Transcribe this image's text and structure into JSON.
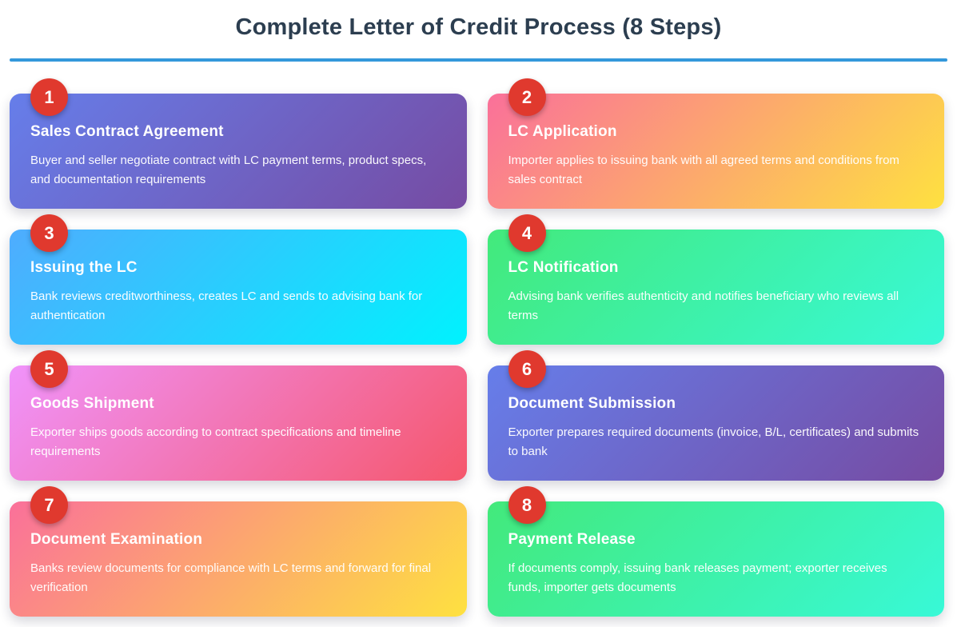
{
  "header": {
    "title": "Complete Letter of Credit Process (8 Steps)",
    "title_color": "#2c3e50",
    "divider_color": "#3498db"
  },
  "badge_color": "#e0392e",
  "steps": [
    {
      "number": "1",
      "title": "Sales Contract Agreement",
      "description": "Buyer and seller negotiate contract with LC payment terms, product specs, and documentation requirements",
      "gradient": [
        "#667eea",
        "#764ba2"
      ]
    },
    {
      "number": "2",
      "title": "LC Application",
      "description": "Importer applies to issuing bank with all agreed terms and conditions from sales contract",
      "gradient": [
        "#fa709a",
        "#fee140"
      ]
    },
    {
      "number": "3",
      "title": "Issuing the LC",
      "description": "Bank reviews creditworthiness, creates LC and sends to advising bank for authentication",
      "gradient": [
        "#4facfe",
        "#00f2fe"
      ]
    },
    {
      "number": "4",
      "title": "LC Notification",
      "description": "Advising bank verifies authenticity and notifies beneficiary who reviews all terms",
      "gradient": [
        "#43e97b",
        "#38f9d7"
      ]
    },
    {
      "number": "5",
      "title": "Goods Shipment",
      "description": "Exporter ships goods according to contract specifications and timeline requirements",
      "gradient": [
        "#f093fb",
        "#f5576c"
      ]
    },
    {
      "number": "6",
      "title": "Document Submission",
      "description": "Exporter prepares required documents (invoice, B/L, certificates) and submits to bank",
      "gradient": [
        "#667eea",
        "#764ba2"
      ]
    },
    {
      "number": "7",
      "title": "Document Examination",
      "description": "Banks review documents for compliance with LC terms and forward for final verification",
      "gradient": [
        "#fa709a",
        "#fee140"
      ]
    },
    {
      "number": "8",
      "title": "Payment Release",
      "description": "If documents comply, issuing bank releases payment; exporter receives funds, importer gets documents",
      "gradient": [
        "#43e97b",
        "#38f9d7"
      ]
    }
  ]
}
